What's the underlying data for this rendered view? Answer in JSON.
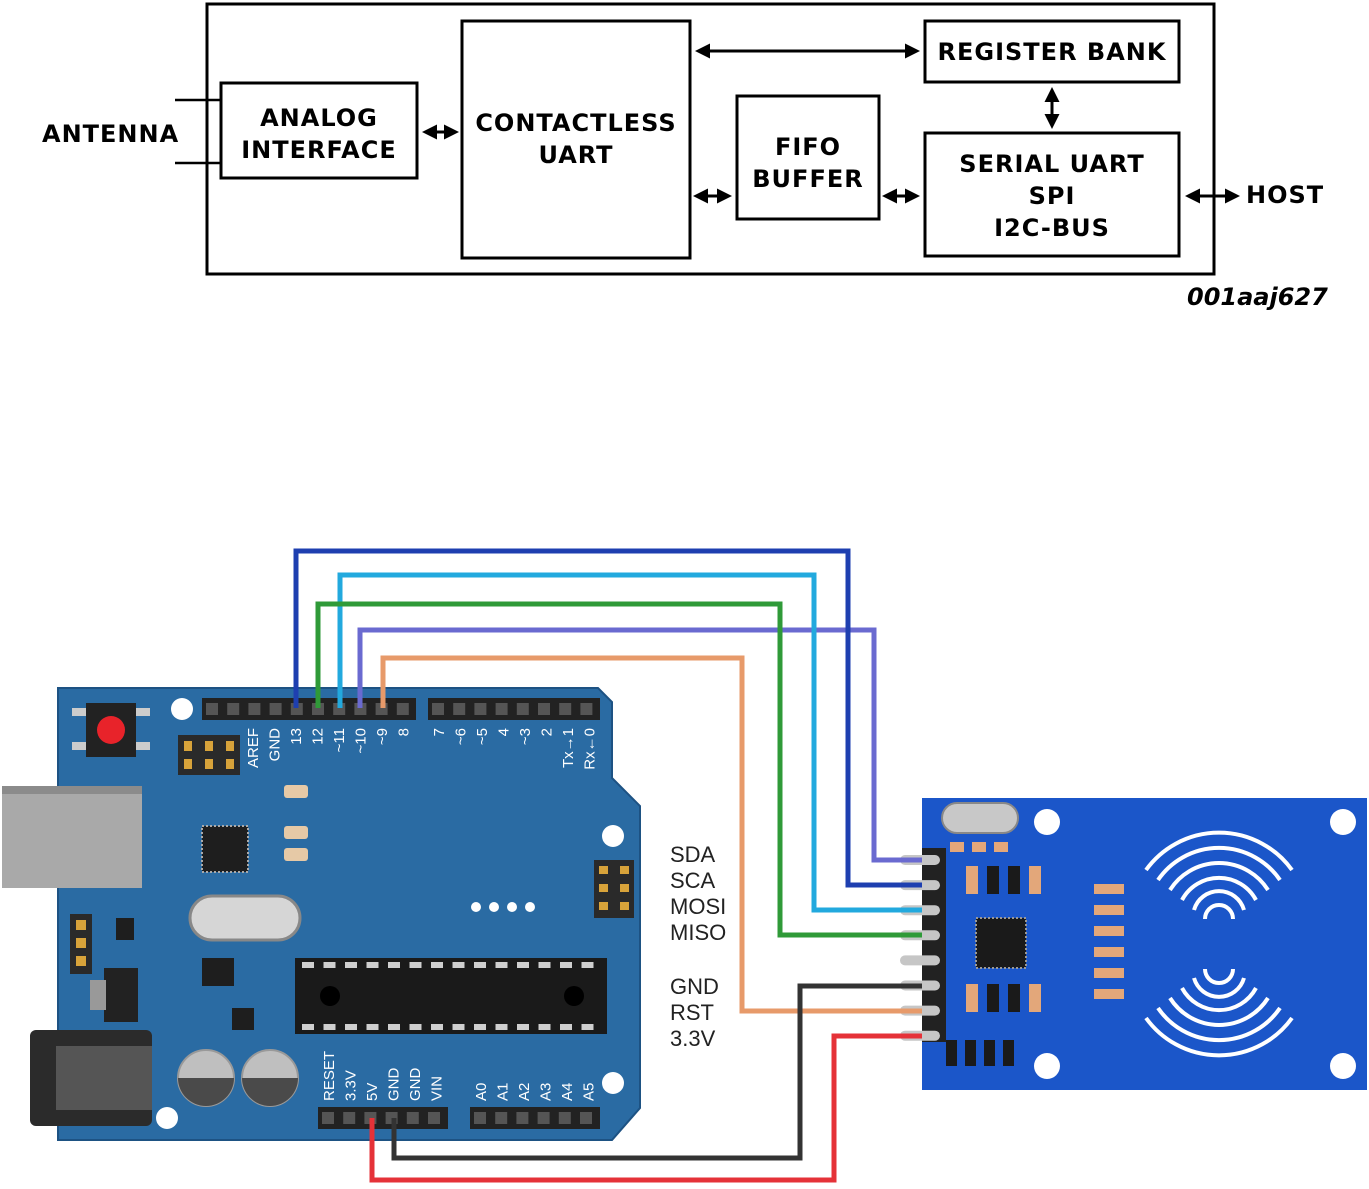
{
  "block_diagram": {
    "antenna_label": "ANTENNA",
    "analog": [
      "ANALOG",
      "INTERFACE"
    ],
    "uart": [
      "CONTACTLESS",
      "UART"
    ],
    "fifo": [
      "FIFO",
      "BUFFER"
    ],
    "register": "REGISTER BANK",
    "serial": [
      "SERIAL UART",
      "SPI",
      "I2C-BUS"
    ],
    "host_label": "HOST",
    "figure_tag": "001aaj627"
  },
  "arduino": {
    "top_pins_left": [
      "AREF",
      "GND",
      "13",
      "12",
      "~11",
      "~10",
      "~9",
      "8"
    ],
    "top_pins_right": [
      "7",
      "~6",
      "~5",
      "4",
      "~3",
      "2",
      "Tx→1",
      "Rx←0"
    ],
    "power_pins": [
      "RESET",
      "3.3V",
      "5V",
      "GND",
      "GND",
      "VIN"
    ],
    "analog_pins": [
      "A0",
      "A1",
      "A2",
      "A3",
      "A4",
      "A5"
    ],
    "board_color": "#2a6ba3"
  },
  "rfid": {
    "pin_labels_top": [
      "SDA",
      "SCA",
      "MOSI",
      "MISO"
    ],
    "pin_labels_bottom": [
      "GND",
      "RST",
      "3.3V"
    ],
    "board_color": "#1b56c9"
  },
  "wires": [
    {
      "signal": "SDA",
      "color": "#6a6ad0"
    },
    {
      "signal": "SCA",
      "color": "#1e3fb0"
    },
    {
      "signal": "MOSI",
      "color": "#22a9de"
    },
    {
      "signal": "MISO",
      "color": "#2f9a38"
    },
    {
      "signal": "RST",
      "color": "#e79a6a"
    },
    {
      "signal": "GND",
      "color": "#333333"
    },
    {
      "signal": "3.3V",
      "color": "#e53238"
    }
  ]
}
